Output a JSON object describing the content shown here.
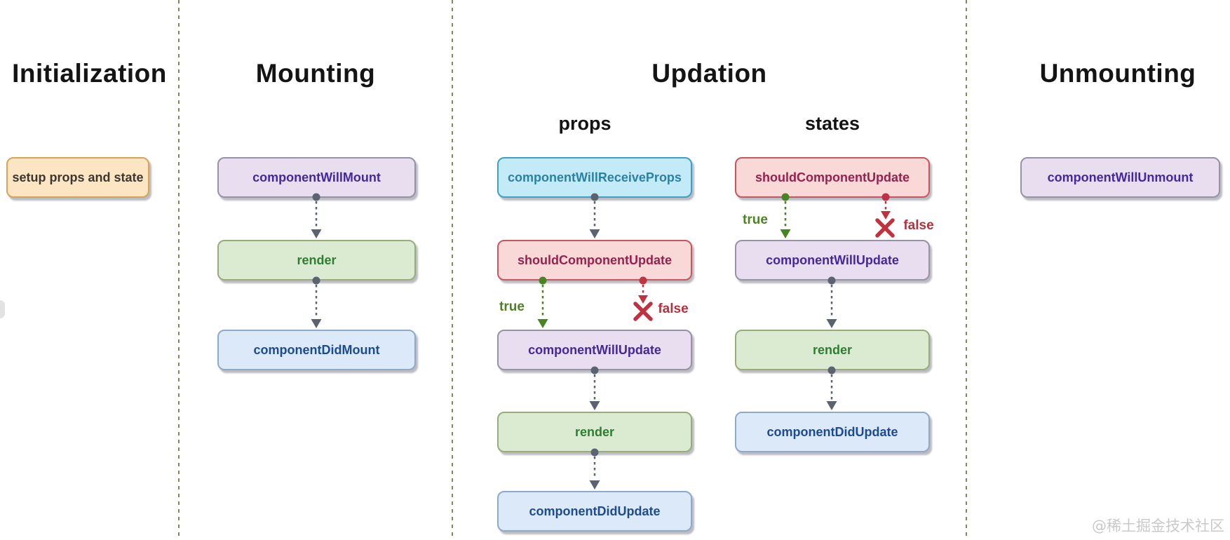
{
  "sections": {
    "initialization": {
      "title": "Initialization"
    },
    "mounting": {
      "title": "Mounting"
    },
    "updation": {
      "title": "Updation",
      "props_label": "props",
      "states_label": "states"
    },
    "unmounting": {
      "title": "Unmounting"
    }
  },
  "nodes": {
    "initialization": [
      "setup props and state"
    ],
    "mounting": [
      "componentWillMount",
      "render",
      "componentDidMount"
    ],
    "updation_props": [
      "componentWillReceiveProps",
      "shouldComponentUpdate",
      "componentWillUpdate",
      "render",
      "componentDidUpdate"
    ],
    "updation_states": [
      "shouldComponentUpdate",
      "componentWillUpdate",
      "render",
      "componentDidUpdate"
    ],
    "unmounting": [
      "componentWillUnmount"
    ]
  },
  "branch_labels": {
    "true": "true",
    "false": "false"
  },
  "watermark": "@稀土掘金技术社区",
  "colors": {
    "node_orange_fill": "#fce5c2",
    "node_orange_border": "#d7a456",
    "node_orange_text": "#3d382f",
    "node_purple_fill": "#e8def0",
    "node_purple_border": "#9693a6",
    "node_purple_text": "#45279e",
    "node_green_fill": "#daebd2",
    "node_green_border": "#96ad79",
    "node_green_text": "#2e7d32",
    "node_blue_fill": "#dbe9f9",
    "node_blue_border": "#8fa9c9",
    "node_blue_text": "#1d4b8f",
    "node_cyan_fill": "#c3eaf7",
    "node_cyan_border": "#3fa0c4",
    "node_cyan_text": "#2b80a5",
    "node_red_fill": "#f9d8d8",
    "node_red_border": "#c9565e",
    "node_red_text": "#96214f",
    "arrow_gray": "#5b6370",
    "arrow_true_green": "#478422",
    "arrow_false_red": "#bf3340",
    "true_label_green": "#4f8224",
    "false_label_red": "#b4323f",
    "separator_olive": "#85855f",
    "watermark_gray": "#c9c9c9"
  }
}
